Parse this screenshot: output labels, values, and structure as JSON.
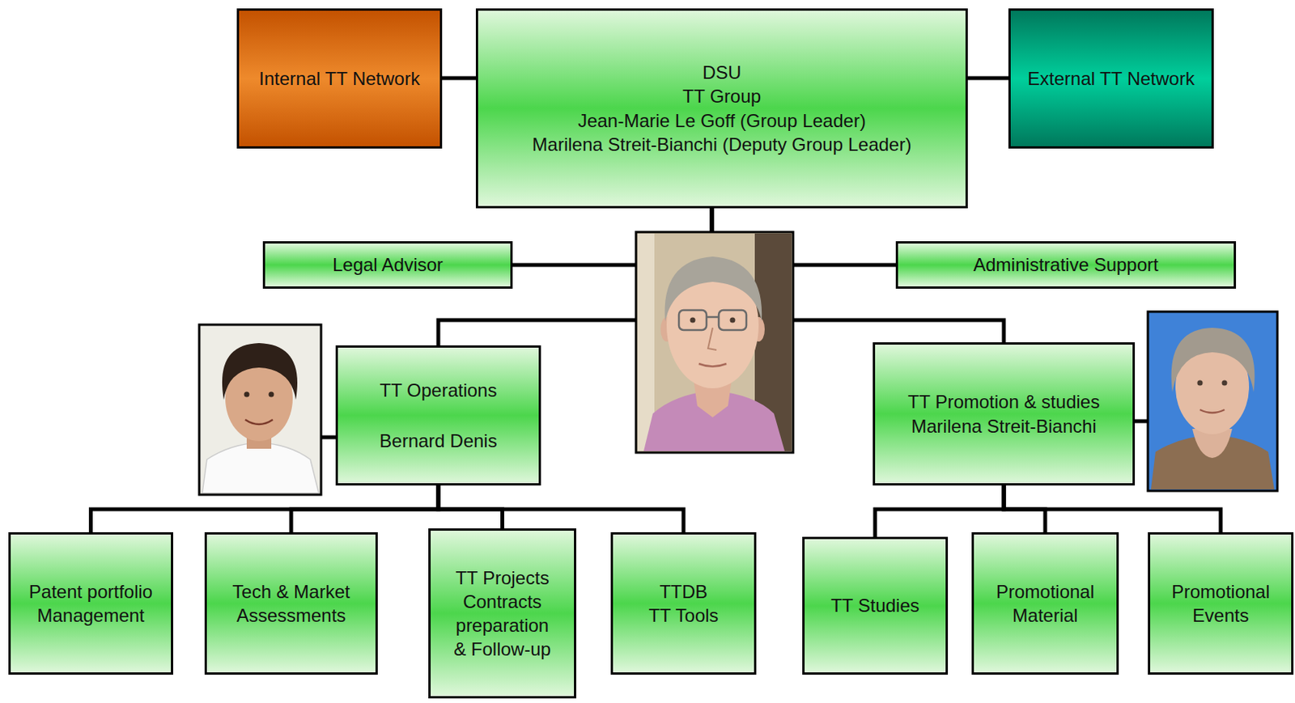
{
  "diagram": {
    "nodes": [
      {
        "text": [
          "Internal TT Network"
        ]
      },
      {
        "text": [
          "DSU",
          "TT Group",
          "Jean-Marie Le Goff (Group Leader)",
          "Marilena Streit-Bianchi (Deputy Group Leader)"
        ]
      },
      {
        "text": [
          "External TT Network"
        ]
      },
      {
        "text": [
          "Legal Advisor"
        ]
      },
      {
        "text": [
          "Administrative Support"
        ]
      },
      {
        "text": [
          "TT Operations",
          "Bernard Denis"
        ]
      },
      {
        "text": [
          "TT Promotion & studies",
          "Marilena Streit-Bianchi"
        ]
      },
      {
        "text": [
          "Patent portfolio Management"
        ]
      },
      {
        "text": [
          "Tech & Market Assessments"
        ]
      },
      {
        "text": [
          "TT Projects Contracts preparation & Follow-up"
        ]
      },
      {
        "text": [
          "TTDB",
          "TT Tools"
        ]
      },
      {
        "text": [
          "TT Studies"
        ]
      },
      {
        "text": [
          "Promotional Material"
        ]
      },
      {
        "text": [
          "Promotional Events"
        ]
      }
    ],
    "edges": [
      {
        "from": 0,
        "to": 1,
        "arrow": "none"
      },
      {
        "from": 1,
        "to": 2,
        "arrow": "none"
      },
      {
        "from": 1,
        "to": 3,
        "arrow": "none"
      },
      {
        "from": 1,
        "to": 4,
        "arrow": "none"
      },
      {
        "from": 1,
        "to": 5,
        "arrow": "none"
      },
      {
        "from": 1,
        "to": 6,
        "arrow": "none"
      },
      {
        "from": 5,
        "to": 7,
        "arrow": "none"
      },
      {
        "from": 5,
        "to": 8,
        "arrow": "none"
      },
      {
        "from": 5,
        "to": 9,
        "arrow": "none"
      },
      {
        "from": 5,
        "to": 10,
        "arrow": "none"
      },
      {
        "from": 6,
        "to": 11,
        "arrow": "none"
      },
      {
        "from": 6,
        "to": 12,
        "arrow": "none"
      },
      {
        "from": 6,
        "to": 13,
        "arrow": "none"
      }
    ]
  }
}
